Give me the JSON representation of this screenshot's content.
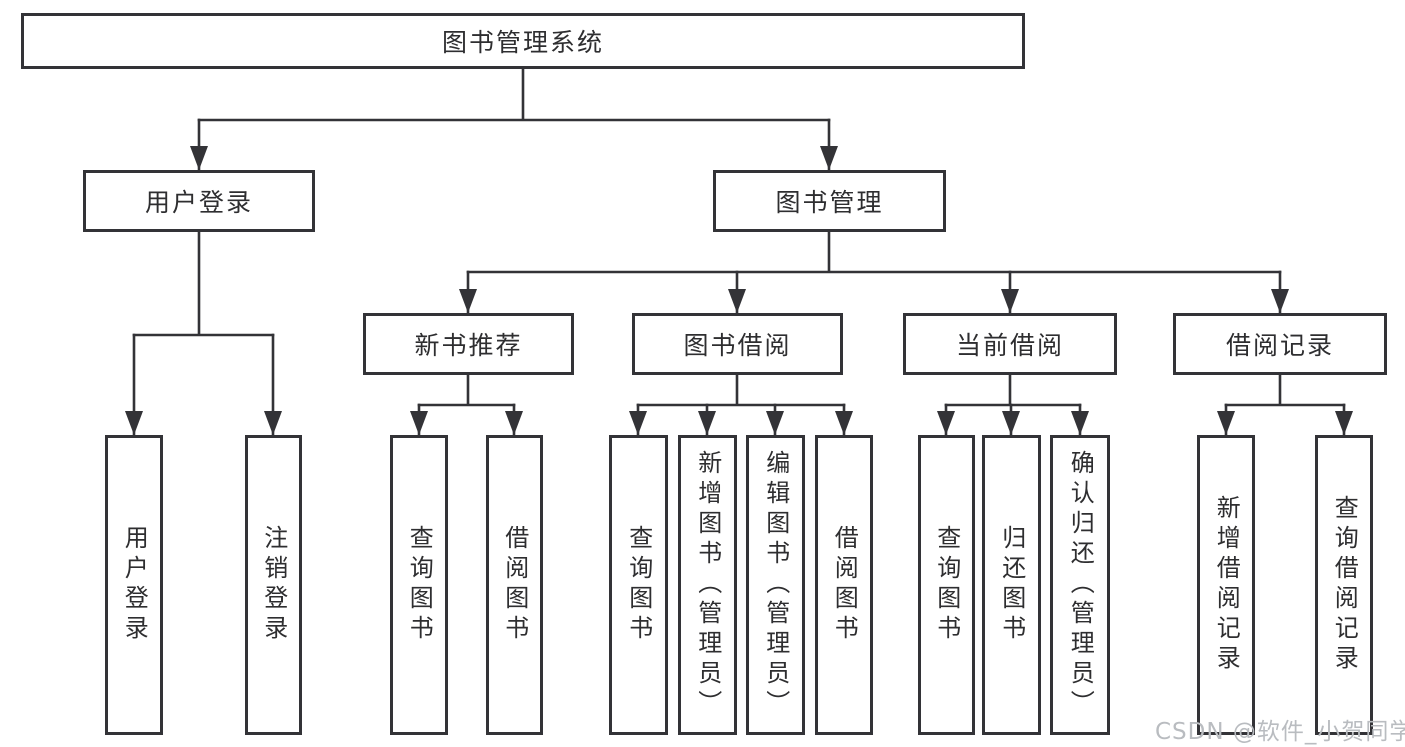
{
  "diagram": {
    "tree": {
      "root": {
        "label": "图书管理系统",
        "children": [
          {
            "label": "用户登录",
            "children": [
              {
                "label": "用户登录"
              },
              {
                "label": "注销登录"
              }
            ]
          },
          {
            "label": "图书管理",
            "children": [
              {
                "label": "新书推荐",
                "children": [
                  {
                    "label": "查询图书"
                  },
                  {
                    "label": "借阅图书"
                  }
                ]
              },
              {
                "label": "图书借阅",
                "children": [
                  {
                    "label": "查询图书"
                  },
                  {
                    "label": "新增图书（管理员）"
                  },
                  {
                    "label": "编辑图书（管理员）"
                  },
                  {
                    "label": "借阅图书"
                  }
                ]
              },
              {
                "label": "当前借阅",
                "children": [
                  {
                    "label": "查询图书"
                  },
                  {
                    "label": "归还图书"
                  },
                  {
                    "label": "确认归还（管理员）"
                  }
                ]
              },
              {
                "label": "借阅记录",
                "children": [
                  {
                    "label": "新增借阅记录"
                  },
                  {
                    "label": "查询借阅记录"
                  }
                ]
              }
            ]
          }
        ]
      }
    },
    "colors": {
      "line": "#333337",
      "text": "#2e2e30",
      "box_background": "#ffffff"
    }
  },
  "watermark": {
    "text": "CSDN @软件_小贺同学",
    "color": "#b9bcc0"
  }
}
